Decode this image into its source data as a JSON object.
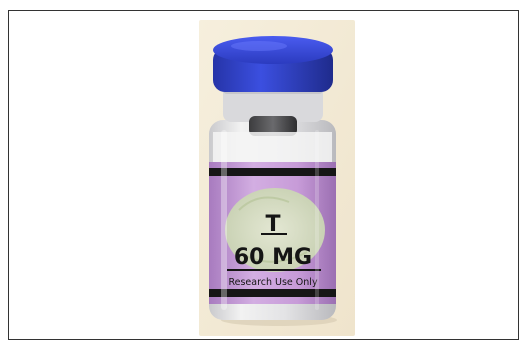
{
  "image": {
    "subject": "vial",
    "colors": {
      "background": "#f1e8d3",
      "cap": "#2f3fc4",
      "label_purple": "#c79bd8",
      "label_band": "#161616",
      "label_center": "#d6dfc4"
    },
    "label": {
      "letter": "T",
      "dose": "60 MG",
      "disclaimer": "Research Use Only"
    }
  }
}
